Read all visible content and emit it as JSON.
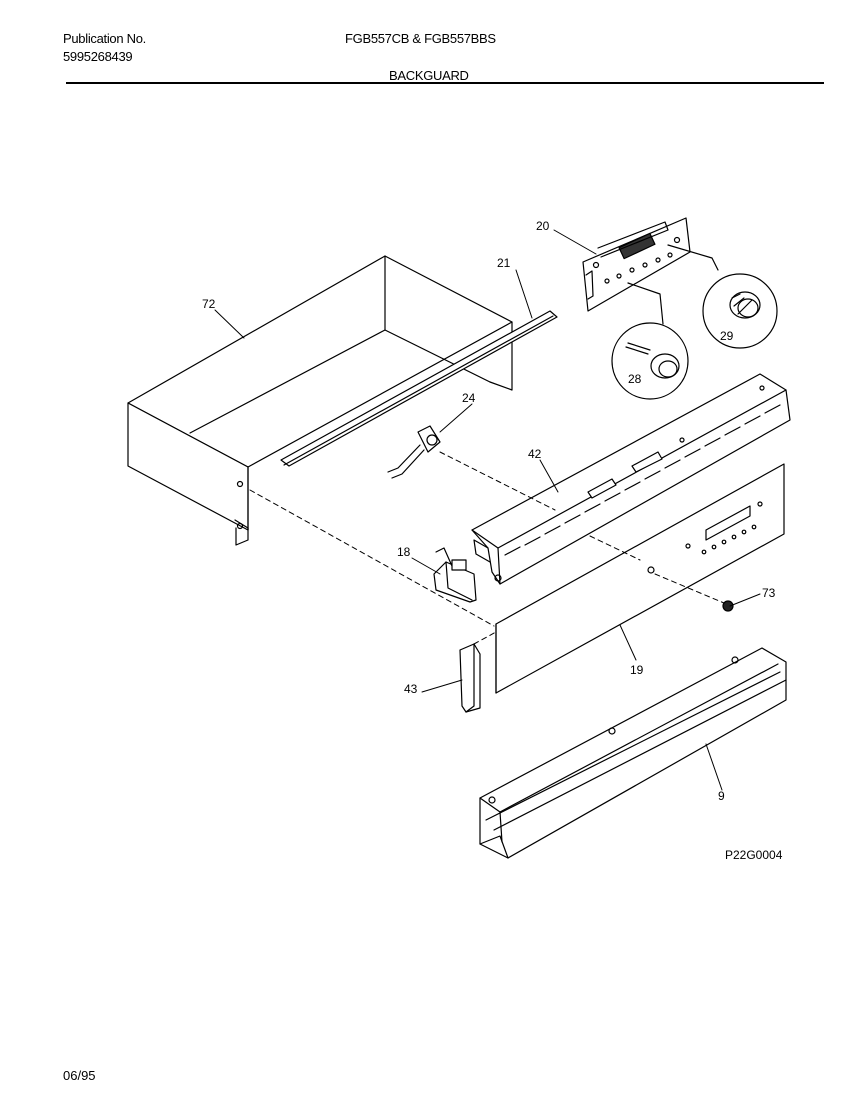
{
  "header": {
    "publication_label": "Publication No.",
    "publication_number": "5995268439",
    "models": "FGB557CB & FGB557BBS",
    "section_title": "BACKGUARD"
  },
  "callouts": [
    "20",
    "21",
    "72",
    "29",
    "28",
    "24",
    "42",
    "18",
    "73",
    "19",
    "43",
    "9"
  ],
  "figure_code": "P22G0004",
  "footer": {
    "date": "06/95"
  }
}
